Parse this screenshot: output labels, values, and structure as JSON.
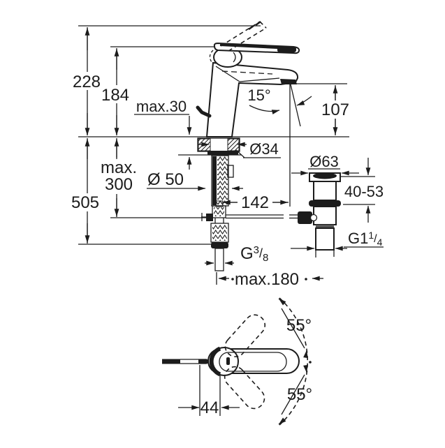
{
  "canvas": {
    "background": "#ffffff",
    "line_color": "#1c1c1c"
  },
  "labels": {
    "overall_height": "228",
    "body_height": "184",
    "deck_max": "max.30",
    "spout_height": "107",
    "spout_angle": "15°",
    "below_total": "505",
    "below_max_line1": "max.",
    "below_max_line2": "300",
    "base_diameter": "Ø 50",
    "shank_diameter": "Ø34",
    "spout_reach": "142",
    "waste_flange_diameter": "Ø63",
    "deck_thickness_range": "40-53",
    "hose_offset_max": "max.180",
    "handle_width": "44",
    "swivel_upper": "55°",
    "swivel_lower": "55°",
    "supply_thread": {
      "base": "G",
      "sup": "3",
      "slash": "/",
      "sub": "8"
    },
    "waste_thread": {
      "base": "G1",
      "sup": "1",
      "slash": "/",
      "sub": "4"
    }
  }
}
